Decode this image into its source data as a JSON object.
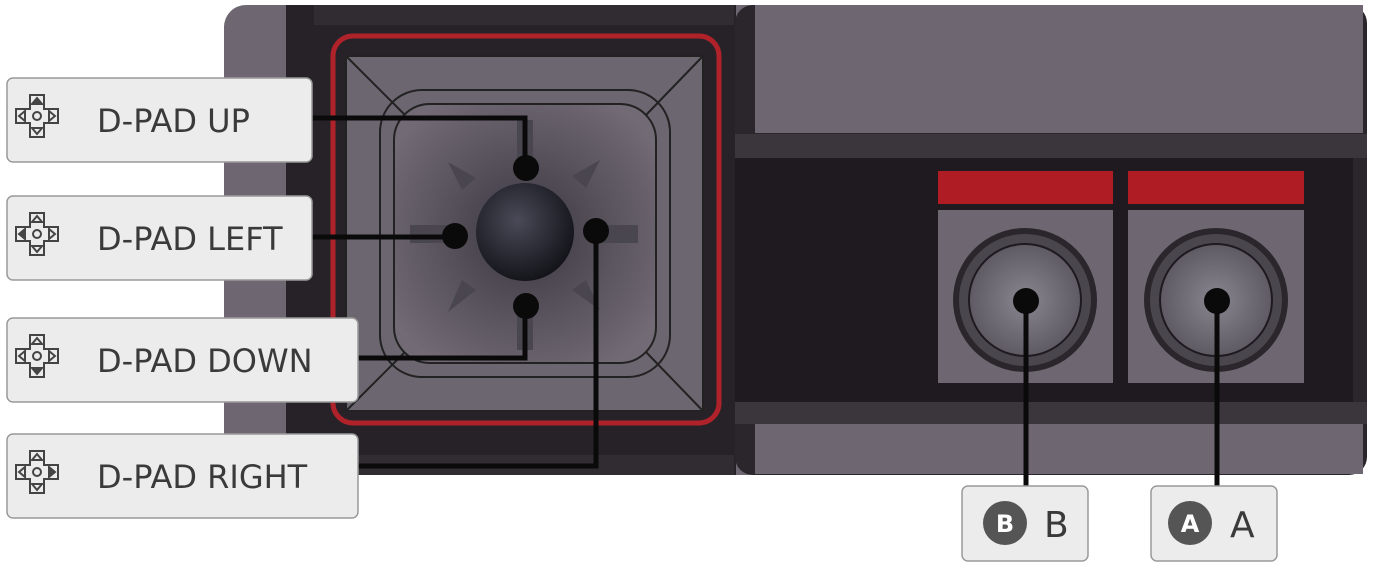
{
  "labels": {
    "dpad_up": "D-PAD UP",
    "dpad_left": "D-PAD LEFT",
    "dpad_down": "D-PAD DOWN",
    "dpad_right": "D-PAD RIGHT",
    "button_b_badge": "B",
    "button_b": "B",
    "button_a_badge": "A",
    "button_a": "A"
  },
  "colors": {
    "body": "#6e6670",
    "frame_dark": "#262228",
    "dpad_highlight": "#b0222a",
    "button_accent": "#b01c24",
    "label_bg": "#ececec",
    "leader": "#0a0a0a"
  },
  "icons": [
    "dpad-up-icon",
    "dpad-left-icon",
    "dpad-down-icon",
    "dpad-right-icon"
  ]
}
